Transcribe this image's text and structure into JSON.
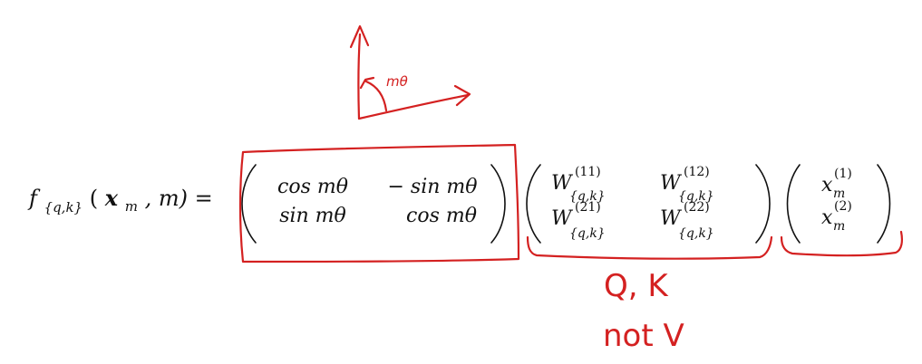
{
  "formula": {
    "lhs": {
      "f": "f",
      "sub": "{q,k}",
      "args_open": "(",
      "x": "x",
      "x_sub": "m",
      "args_rest": ", m) ="
    },
    "rotation": {
      "r11": "cos mθ",
      "r12": "− sin mθ",
      "r21": "sin mθ",
      "r22": "cos mθ"
    },
    "weights": {
      "base": "W",
      "sub": "{q,k}",
      "sup11": "(11)",
      "sup12": "(12)",
      "sup21": "(21)",
      "sup22": "(22)"
    },
    "vector": {
      "base": "x",
      "sub": "m",
      "sup1": "(1)",
      "sup2": "(2)"
    }
  },
  "annotations": {
    "angle_label": "mθ",
    "qk_label": "Q, K",
    "not_v_label": "not V"
  },
  "colors": {
    "ink": "#d42121",
    "math": "#111111"
  }
}
